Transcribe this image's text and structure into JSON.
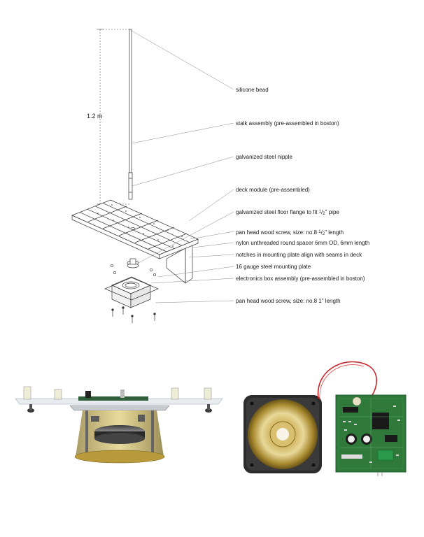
{
  "diagram": {
    "dimension_label": "1.2 m",
    "labels": [
      {
        "id": "silicone",
        "text": "silicone bead"
      },
      {
        "id": "stalk",
        "text": "stalk assembly (pre-assembled in boston)"
      },
      {
        "id": "nipple",
        "text": "galvanized steel nipple"
      },
      {
        "id": "deck",
        "text": "deck module (pre-assembled)"
      },
      {
        "id": "flange",
        "text_before": "galvanized steel floor flange to fit ",
        "frac": "1",
        "frac_den": "2",
        "text_after": "\" pipe"
      },
      {
        "id": "screw1",
        "text_before": "pan head wood screw, size: no.8  ",
        "frac": "1",
        "frac_den": "2",
        "text_after": "\" length"
      },
      {
        "id": "spacer",
        "text": "nylon unthreaded round spacer 6mm OD, 6mm length"
      },
      {
        "id": "notches",
        "text": "notches in mounting plate align with seams in deck"
      },
      {
        "id": "plate",
        "text": "16 gauge steel mounting plate"
      },
      {
        "id": "ebox",
        "text": "electronics box assembly (pre-assembled in boston)"
      },
      {
        "id": "screw2",
        "text": "pan head wood screw, size: no.8  1\" length"
      }
    ]
  }
}
